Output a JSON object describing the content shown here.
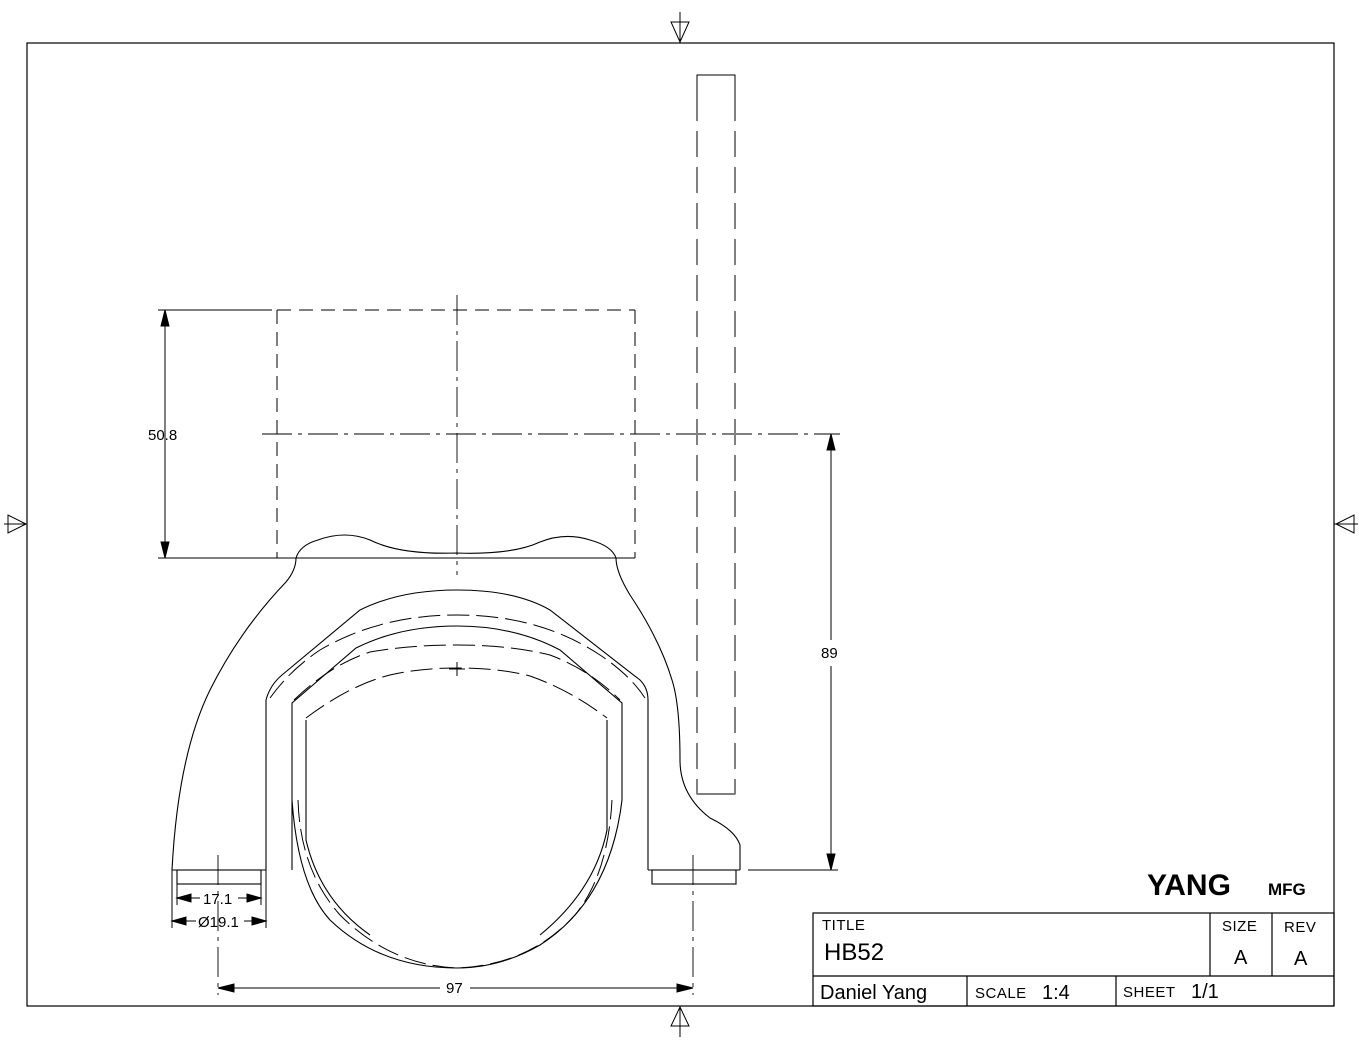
{
  "dimensions": {
    "height_upper": "50.8",
    "height_total": "89",
    "inner_width": "17.1",
    "bore_diameter": "Ø19.1",
    "center_distance": "97"
  },
  "logo": {
    "main": "YANG",
    "sub": "MFG"
  },
  "title_block": {
    "title_label": "TITLE",
    "title_value": "HB52",
    "size_label": "SIZE",
    "size_value": "A",
    "rev_label": "REV",
    "rev_value": "A",
    "drawn_by": "Daniel Yang",
    "scale_label": "SCALE",
    "scale_value": "1:4",
    "sheet_label": "SHEET",
    "sheet_value": "1/1"
  }
}
